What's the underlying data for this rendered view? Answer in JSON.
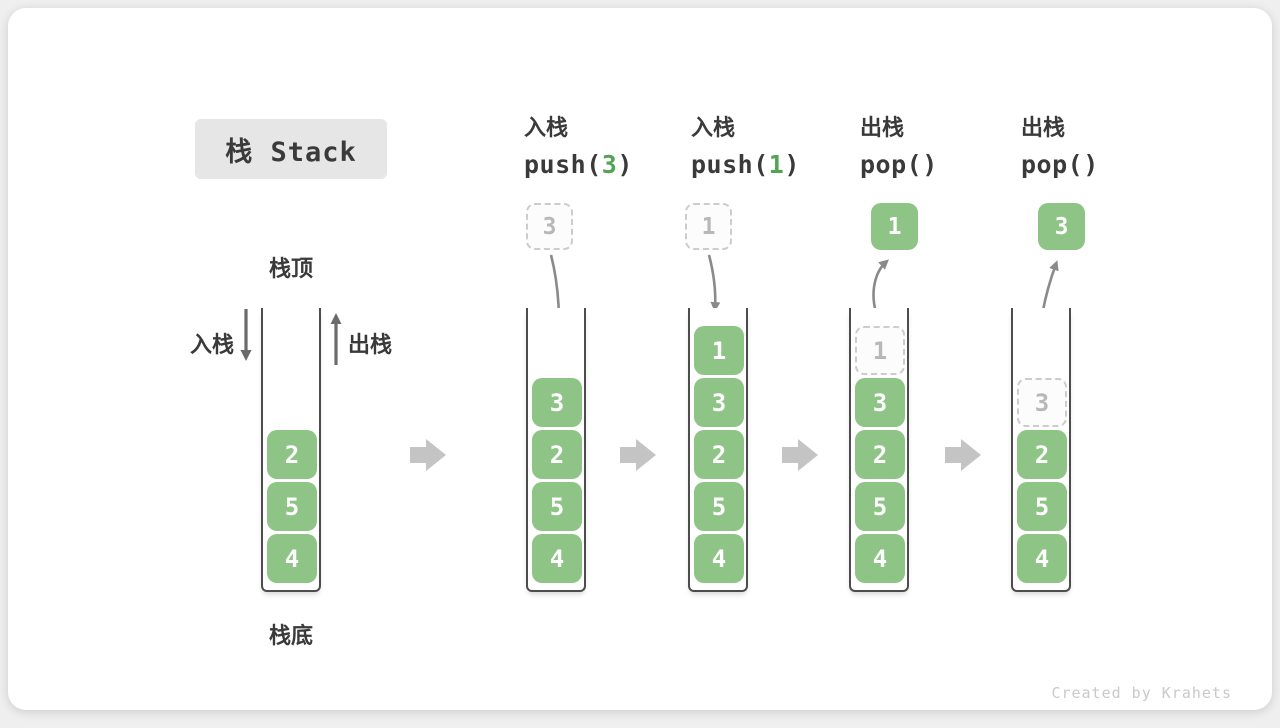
{
  "title": "栈 Stack",
  "side_labels": {
    "stack_top": "栈顶",
    "stack_bottom": "栈底",
    "push": "入栈",
    "pop": "出栈"
  },
  "watermark": "Created by Krahets",
  "colors": {
    "green": "#8EC486",
    "code-green": "#52A352",
    "ink": "#3A3A3A",
    "dash": "#CCCCCC",
    "dash-text": "#B8B8B8",
    "block-arrow": "#C4C4C4",
    "badge-bg": "#E6E6E6"
  },
  "stages": [
    {
      "cells": [
        "2",
        "5",
        "4"
      ]
    },
    {
      "op": "入栈",
      "code_pre": "push(",
      "code_arg": "3",
      "code_suf": ")",
      "float_value": "3",
      "cells": [
        "3",
        "2",
        "5",
        "4"
      ]
    },
    {
      "op": "入栈",
      "code_pre": "push(",
      "code_arg": "1",
      "code_suf": ")",
      "float_value": "1",
      "cells": [
        "1",
        "3",
        "2",
        "5",
        "4"
      ]
    },
    {
      "op": "出栈",
      "code_pre": "pop(",
      "code_arg": "",
      "code_suf": ")",
      "float_value": "1",
      "removed_value": "1",
      "cells": [
        "1",
        "3",
        "2",
        "5",
        "4"
      ]
    },
    {
      "op": "出栈",
      "code_pre": "pop(",
      "code_arg": "",
      "code_suf": ")",
      "float_value": "3",
      "removed_value": "3",
      "cells": [
        "3",
        "2",
        "5",
        "4"
      ]
    }
  ]
}
